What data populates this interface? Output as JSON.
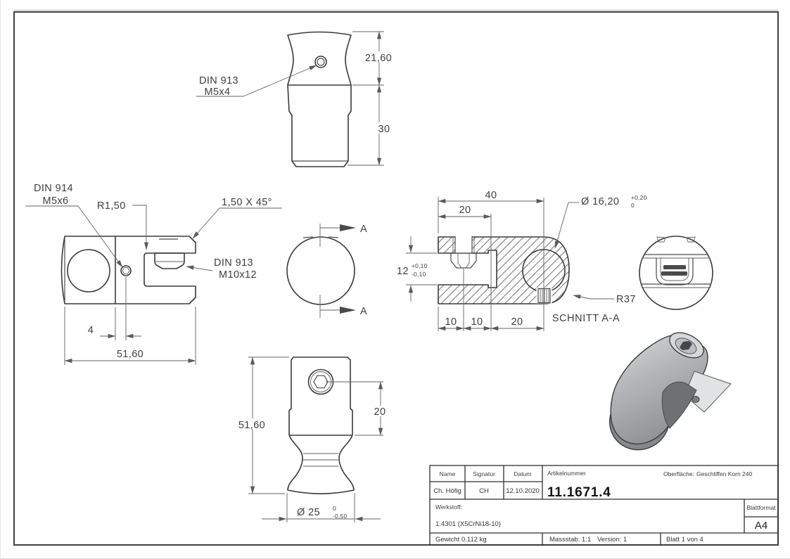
{
  "drawing": {
    "top_view": {
      "leader_line1": "DIN 913",
      "leader_line2": "M5x4",
      "dim_neck": "21,60",
      "dim_body": "30"
    },
    "side_view": {
      "din914_line1": "DIN 914",
      "din914_line2": "M5x6",
      "radius": "R1,50",
      "chamfer": "1,50 X 45°",
      "din913_line1": "DIN 913",
      "din913_line2": "M10x12",
      "dim_offset": "4",
      "dim_length": "51,60"
    },
    "cut_view": {
      "label_top": "A",
      "label_bottom": "A"
    },
    "section_view": {
      "dim_width": "40",
      "dim_half": "20",
      "dim_slot": "12",
      "slot_tol_plus": "+0,10",
      "slot_tol_minus": "-0,10",
      "dim_hole": "Ø 16,20",
      "hole_tol_plus": "+0,20",
      "hole_tol_zero": "0",
      "dim_radius": "R37",
      "dim_b1": "10",
      "dim_b2": "10",
      "dim_b3": "20",
      "title": "SCHNITT A-A"
    },
    "front_view": {
      "dim_height": "51,60",
      "dim_screw": "20",
      "dim_dia": "Ø 25",
      "dia_tol_top": "0",
      "dia_tol_bottom": "-0,50"
    }
  },
  "title_block": {
    "headers": {
      "name": "Name",
      "signature": "Signatur",
      "date": "Datum",
      "article": "Artikelnummer",
      "surface_label": "Oberfläche:",
      "surface_value": "Geschliffen Korn 240"
    },
    "values": {
      "name": "Ch. Höfig",
      "signature": "CH",
      "date": "12.10.2020",
      "article_number": "11.1671.4"
    },
    "material_label": "Werkstoff:",
    "material_value": "1.4301 (X5CrNi18-10)",
    "sheet_format_label": "Blattformat",
    "sheet_format_value": "A4",
    "weight": "Gewicht 0.112 kg",
    "scale": "Massstab: 1:1",
    "version": "Version: 1",
    "sheet": "Blatt 1 von 4"
  }
}
